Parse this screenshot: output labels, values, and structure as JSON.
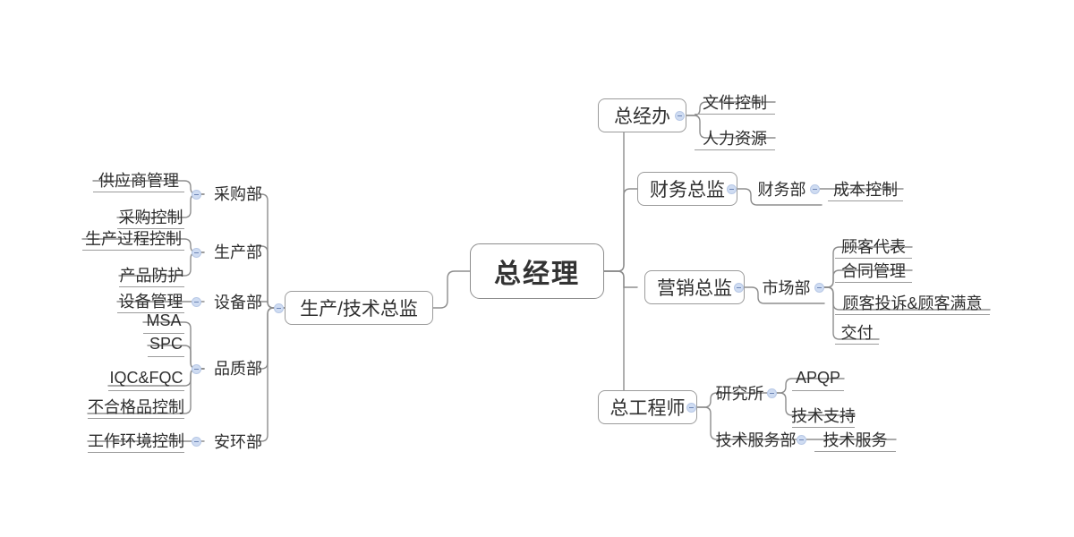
{
  "diagram": {
    "title": "总经理",
    "type": "mindmap",
    "background": "#ffffff",
    "node_border_color": "#9b9b9b",
    "connector_color": "#8d8d8d",
    "toggle_color": "#cfdcf2",
    "text_color": "#2b2b2b"
  },
  "root": {
    "label": "总经理"
  },
  "left_branch": {
    "label": "生产/技术总监",
    "children": [
      {
        "label": "采购部",
        "children": [
          {
            "label": "供应商管理"
          },
          {
            "label": "采购控制"
          }
        ]
      },
      {
        "label": "生产部",
        "children": [
          {
            "label": "生产过程控制"
          },
          {
            "label": "产品防护"
          }
        ]
      },
      {
        "label": "设备部",
        "children": [
          {
            "label": "设备管理"
          }
        ]
      },
      {
        "label": "品质部",
        "children": [
          {
            "label": "MSA"
          },
          {
            "label": "SPC"
          },
          {
            "label": "IQC&FQC"
          },
          {
            "label": "不合格品控制"
          }
        ]
      },
      {
        "label": "安环部",
        "children": [
          {
            "label": "工作环境控制"
          }
        ]
      }
    ]
  },
  "right_branches": [
    {
      "label": "总经办",
      "children": [
        {
          "label": "文件控制"
        },
        {
          "label": "人力资源"
        }
      ]
    },
    {
      "label": "财务总监",
      "children": [
        {
          "label": "财务部",
          "children": [
            {
              "label": "成本控制"
            }
          ]
        }
      ]
    },
    {
      "label": "营销总监",
      "children": [
        {
          "label": "市场部",
          "children": [
            {
              "label": "顾客代表"
            },
            {
              "label": "合同管理"
            },
            {
              "label": "顾客投诉&顾客满意"
            },
            {
              "label": "交付"
            }
          ]
        }
      ]
    },
    {
      "label": "总工程师",
      "children": [
        {
          "label": "研究所",
          "children": [
            {
              "label": "APQP"
            },
            {
              "label": "技术支持"
            }
          ]
        },
        {
          "label": "技术服务部",
          "children": [
            {
              "label": "技术服务"
            }
          ]
        }
      ]
    }
  ]
}
